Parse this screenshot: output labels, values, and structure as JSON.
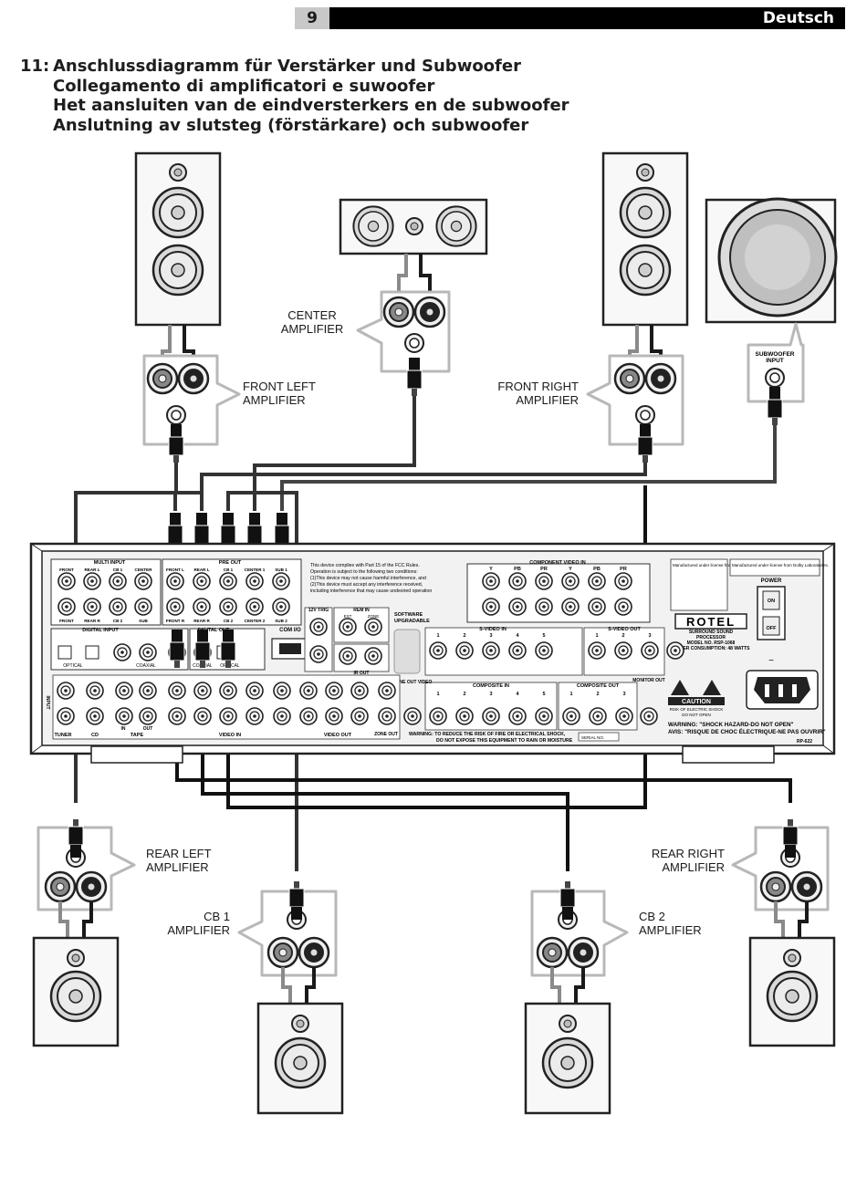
{
  "header": {
    "page_number": "9",
    "language": "Deutsch"
  },
  "heading": {
    "number": "11:",
    "lines": [
      "Anschlussdiagramm für Verstärker und Subwoofer",
      "Collegamento di amplificatori e suwoofer",
      "Het aansluiten van de eindversterkers en de subwoofer",
      "Anslutning av slutsteg (förstärkare) och subwoofer"
    ]
  },
  "amplifiers": {
    "center": [
      "CENTER",
      "AMPLIFIER"
    ],
    "front_left": [
      "FRONT LEFT",
      "AMPLIFIER"
    ],
    "front_right": [
      "FRONT RIGHT",
      "AMPLIFIER"
    ],
    "rear_left": [
      "REAR LEFT",
      "AMPLIFIER"
    ],
    "rear_right": [
      "REAR RIGHT",
      "AMPLIFIER"
    ],
    "cb1": [
      "CB 1",
      "AMPLIFIER"
    ],
    "cb2": [
      "CB 2",
      "AMPLIFIER"
    ]
  },
  "subwoofer_input": [
    "SUBWOOFER",
    "INPUT"
  ],
  "receiver": {
    "multi_input": "MULTI INPUT",
    "multi_top_row": [
      "FRONT",
      "REAR L",
      "CB 1",
      "CENTER"
    ],
    "multi_bottom_row": [
      "FRONT",
      "REAR R",
      "CB 2",
      "SUB"
    ],
    "pre_out": "PRE OUT",
    "pre_out_top_row": [
      "FRONT L",
      "REAR L",
      "CB 1",
      "CENTER 1",
      "SUB 1"
    ],
    "pre_out_bottom_row": [
      "FRONT R",
      "REAR R",
      "CB 2",
      "CENTER 2",
      "SUB 2"
    ],
    "fcc_text": [
      "This device complies with Part 15 of the FCC Rules.",
      "Operation is subject to the following two conditions:",
      "(1)This device may not cause harmful interference, and",
      "(2)This device must accept any interference received,",
      "including interference that may cause undesired operation"
    ],
    "component_video_in": "COMPONENT VIDEO IN",
    "component_cols": [
      "Y",
      "PB",
      "PR",
      "Y",
      "PB",
      "PR"
    ],
    "digital_input": "DIGITAL INPUT",
    "digital_out": "DIGITAL OUT",
    "optical": "OPTICAL",
    "coaxial": "COAXIAL",
    "com_io": "COM I/O",
    "trig_12v": "12V TRIG",
    "rem_in": "REM IN",
    "ext": "EXT",
    "zone": "ZONE",
    "ir_out": "IR OUT",
    "software": [
      "SOFTWARE",
      "UPGRADABLE"
    ],
    "s_video_in": "S-VIDEO IN",
    "s_video_out": "S-VIDEO OUT",
    "composite_in": "COMPOSITE IN",
    "composite_out": "COMPOSITE OUT",
    "monitor_out": "MONITOR OUT",
    "zone_out_video": "ZONE OUT VIDEO",
    "video_in": "VIDEO IN",
    "video_out": "VIDEO OUT",
    "zone_out": "ZONE OUT",
    "tuner": "TUNER",
    "cd": "CD",
    "tape": "TAPE",
    "tape_in": "IN",
    "tape_out": "OUT",
    "input": "INPUT",
    "brand": "ROTEL",
    "model_lines": [
      "SURROUND SOUND",
      "PROCESSOR",
      "MODEL NO. RSP-1068",
      "POWER CONSUMPTION: 48 WATTS"
    ],
    "power": "POWER",
    "on": "ON",
    "off": "OFF",
    "caution": "CAUTION",
    "caution_sub": [
      "RISK OF ELECTRIC SHOCK",
      "DO NOT OPEN"
    ],
    "warning_shock": "WARNING: \"SHOCK HAZARD-DO NOT OPEN\"",
    "avis": "AVIS: \"RISQUE DE CHOC ÉLECTRIQUE-NE PAS OUVRIR\"",
    "warning_fire": [
      "WARNING: TO REDUCE THE RISK OF FIRE OR ELECTRICAL SHOCK,",
      "DO NOT EXPOSE THIS EQUIPMENT TO RAIN OR MOISTURE"
    ],
    "serial": "SERIAL NO.",
    "rp": "RP-622",
    "dolby_text": "Manufactured under license from Dolby Laboratories.",
    "dts_text": "Manufactured under license from Digital Theater Systems, Inc."
  },
  "colors": {
    "cable_dark": "#1a1a1a",
    "cable_light": "#8a8a8a",
    "bubble_stroke": "#b8b8b8",
    "header_grey": "#c8c8c8"
  }
}
